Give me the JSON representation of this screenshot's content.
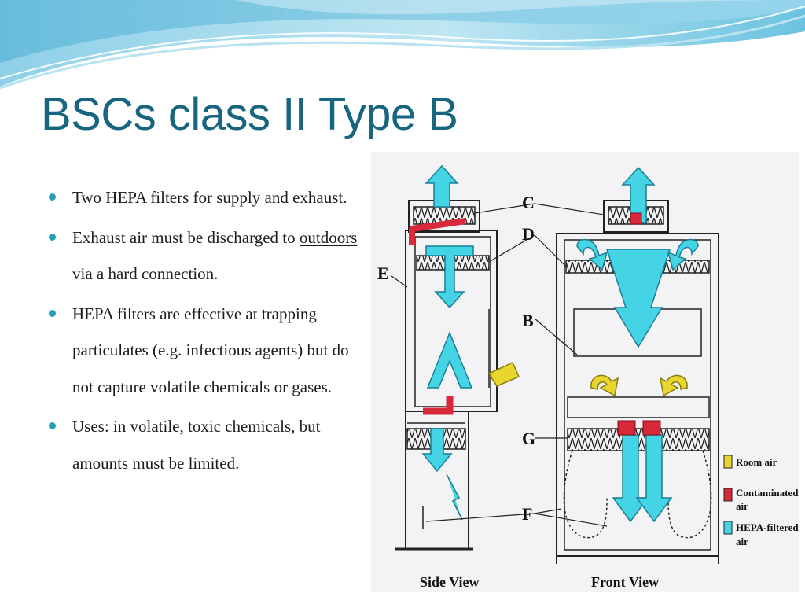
{
  "slide": {
    "title": "BSCs class II Type B",
    "bullets": [
      {
        "text_parts": [
          "Two HEPA filters for supply and exhaust."
        ]
      },
      {
        "text_parts": [
          "Exhaust air must be discharged to ",
          "outdoors",
          " via a hard connection."
        ]
      },
      {
        "text_parts": [
          "HEPA filters are effective at trapping particulates (e.g. infectious agents) but do not capture volatile chemicals or gases."
        ]
      },
      {
        "text_parts": [
          "Uses: in volatile, toxic chemicals, but amounts must be limited."
        ]
      }
    ]
  },
  "diagram": {
    "labels": {
      "c": "C",
      "d": "D",
      "e": "E",
      "b": "B",
      "g": "G",
      "f": "F"
    },
    "captions": {
      "side": "Side View",
      "front": "Front View"
    },
    "legend": [
      {
        "label": "Room air",
        "color": "#e8d62e"
      },
      {
        "label": "Contaminated air",
        "label_lines": [
          "Contaminated",
          "air"
        ],
        "color": "#d8283a"
      },
      {
        "label": "HEPA-filtered air",
        "label_lines": [
          "HEPA-filtered",
          "air"
        ],
        "color": "#45d3e6"
      }
    ],
    "colors": {
      "room_air": "#e8d62e",
      "contaminated": "#d8283a",
      "hepa": "#45d3e6",
      "title": "#17657f",
      "bullet": "#27a0b8"
    }
  }
}
